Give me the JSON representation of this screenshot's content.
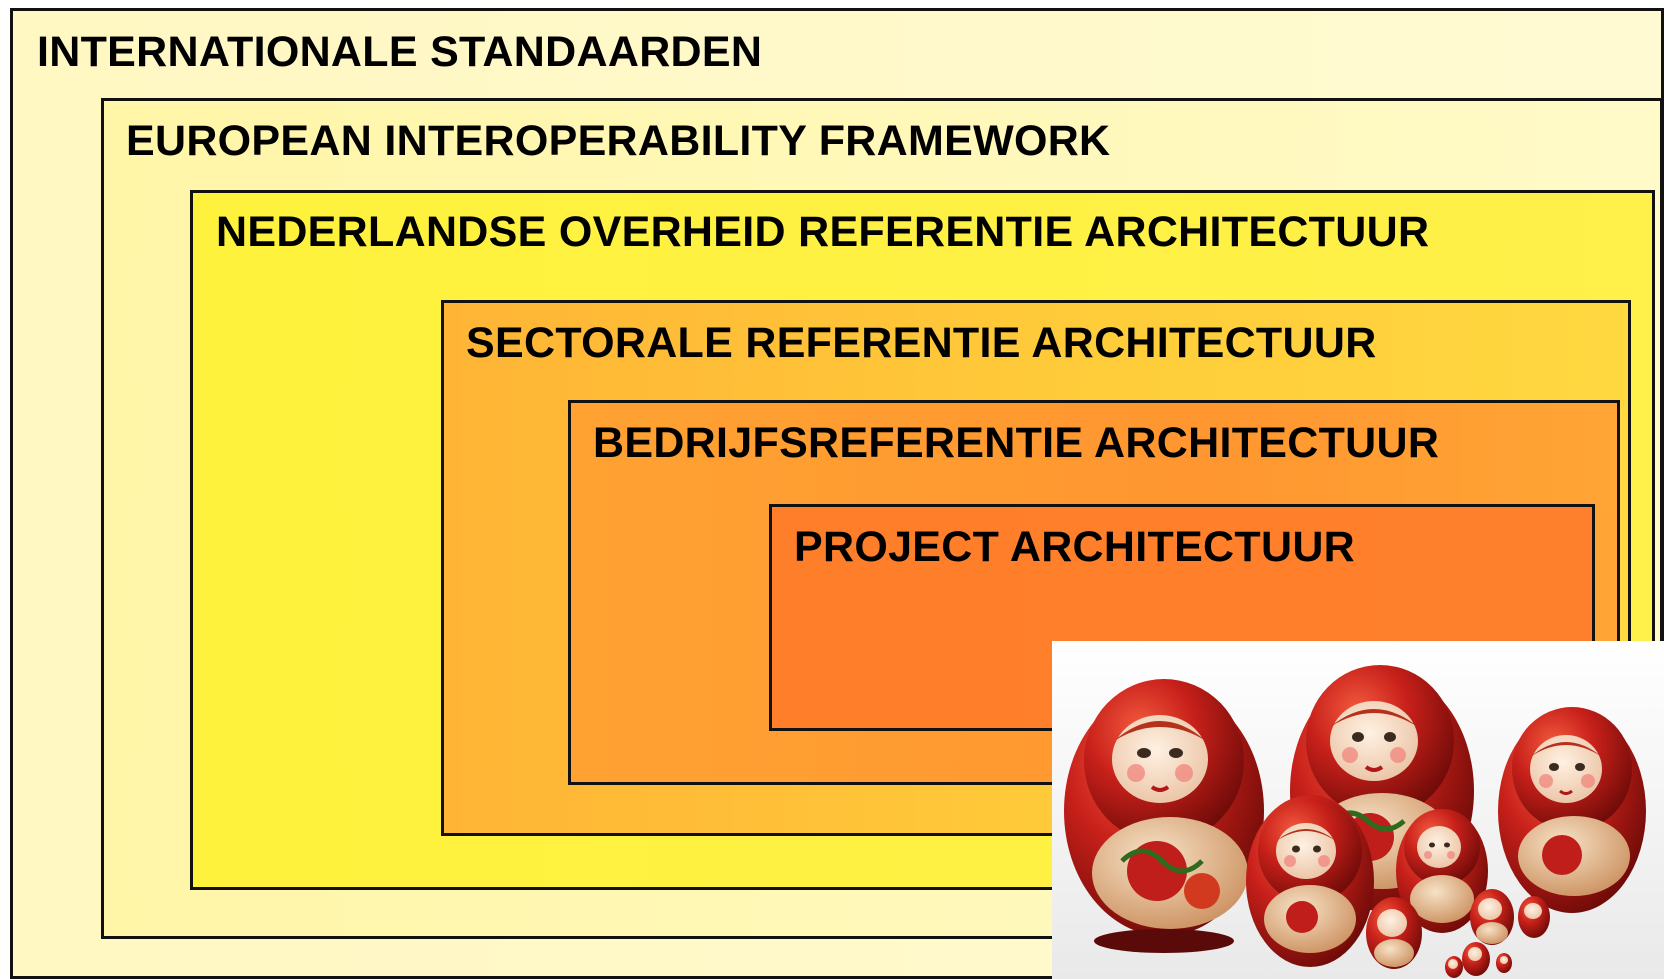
{
  "diagram": {
    "levels": [
      {
        "label": "INTERNATIONALE STANDAARDEN",
        "color": "#FFFACC"
      },
      {
        "label": "EUROPEAN INTEROPERABILITY FRAMEWORK",
        "color": "#FFF8A6"
      },
      {
        "label": "NEDERLANDSE OVERHEID REFERENTIE ARCHITECTUUR",
        "color": "#FFF140"
      },
      {
        "label": "SECTORALE REFERENTIE ARCHITECTUUR",
        "color": "#FFB83A"
      },
      {
        "label": "BEDRIJFSREFERENTIE ARCHITECTUUR",
        "color": "#FF9A30"
      },
      {
        "label": "PROJECT ARCHITECTUUR",
        "color": "#FF7E2A"
      }
    ]
  },
  "photo": {
    "subject": "matryoshka-nesting-dolls",
    "colors": {
      "red": "#C8201A",
      "dark_red": "#7E0E0A",
      "face": "#F9DCC4",
      "background": "#F2F2F2"
    }
  }
}
